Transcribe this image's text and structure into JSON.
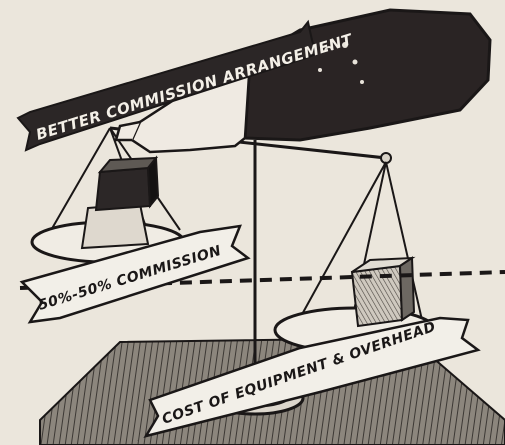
{
  "illustration": {
    "banner_top": "BETTER COMMISSION ARRANGEMENT",
    "banner_left": "50%-50% COMMISSION",
    "banner_bottom": "COST OF EQUIPMENT & OVERHEAD",
    "colors": {
      "paper": "#ebe6dc",
      "ink": "#1a1717",
      "sleeve": "#2a2424",
      "banner": "#f2efe8",
      "table": "#8c867d",
      "weight": "#5b5650",
      "block": "#c9c3b8"
    }
  }
}
